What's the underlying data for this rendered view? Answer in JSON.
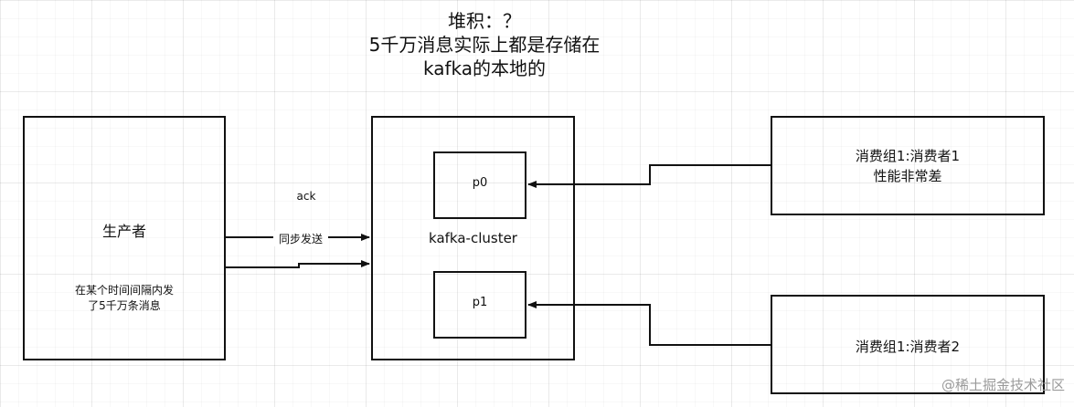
{
  "title": {
    "line1": "堆积：？",
    "line2": "5千万消息实际上都是存储在",
    "line3": "kafka的本地的"
  },
  "producer": {
    "title": "生产者",
    "desc_line1": "在某个时间间隔内发",
    "desc_line2": "了5千万条消息"
  },
  "cluster": {
    "label": "kafka-cluster",
    "partitions": [
      "p0",
      "p1"
    ]
  },
  "consumers": {
    "c1_line1": "消费组1:消费者1",
    "c1_line2": "性能非常差",
    "c2_line1": "消费组1:消费者2"
  },
  "edges": {
    "ack_label": "ack",
    "sync_label": "同步发送"
  },
  "watermark": "@稀土掘金技术社区",
  "colors": {
    "stroke": "#111111",
    "grid": "#e6e6e6",
    "watermark": "#9a9a9a"
  }
}
